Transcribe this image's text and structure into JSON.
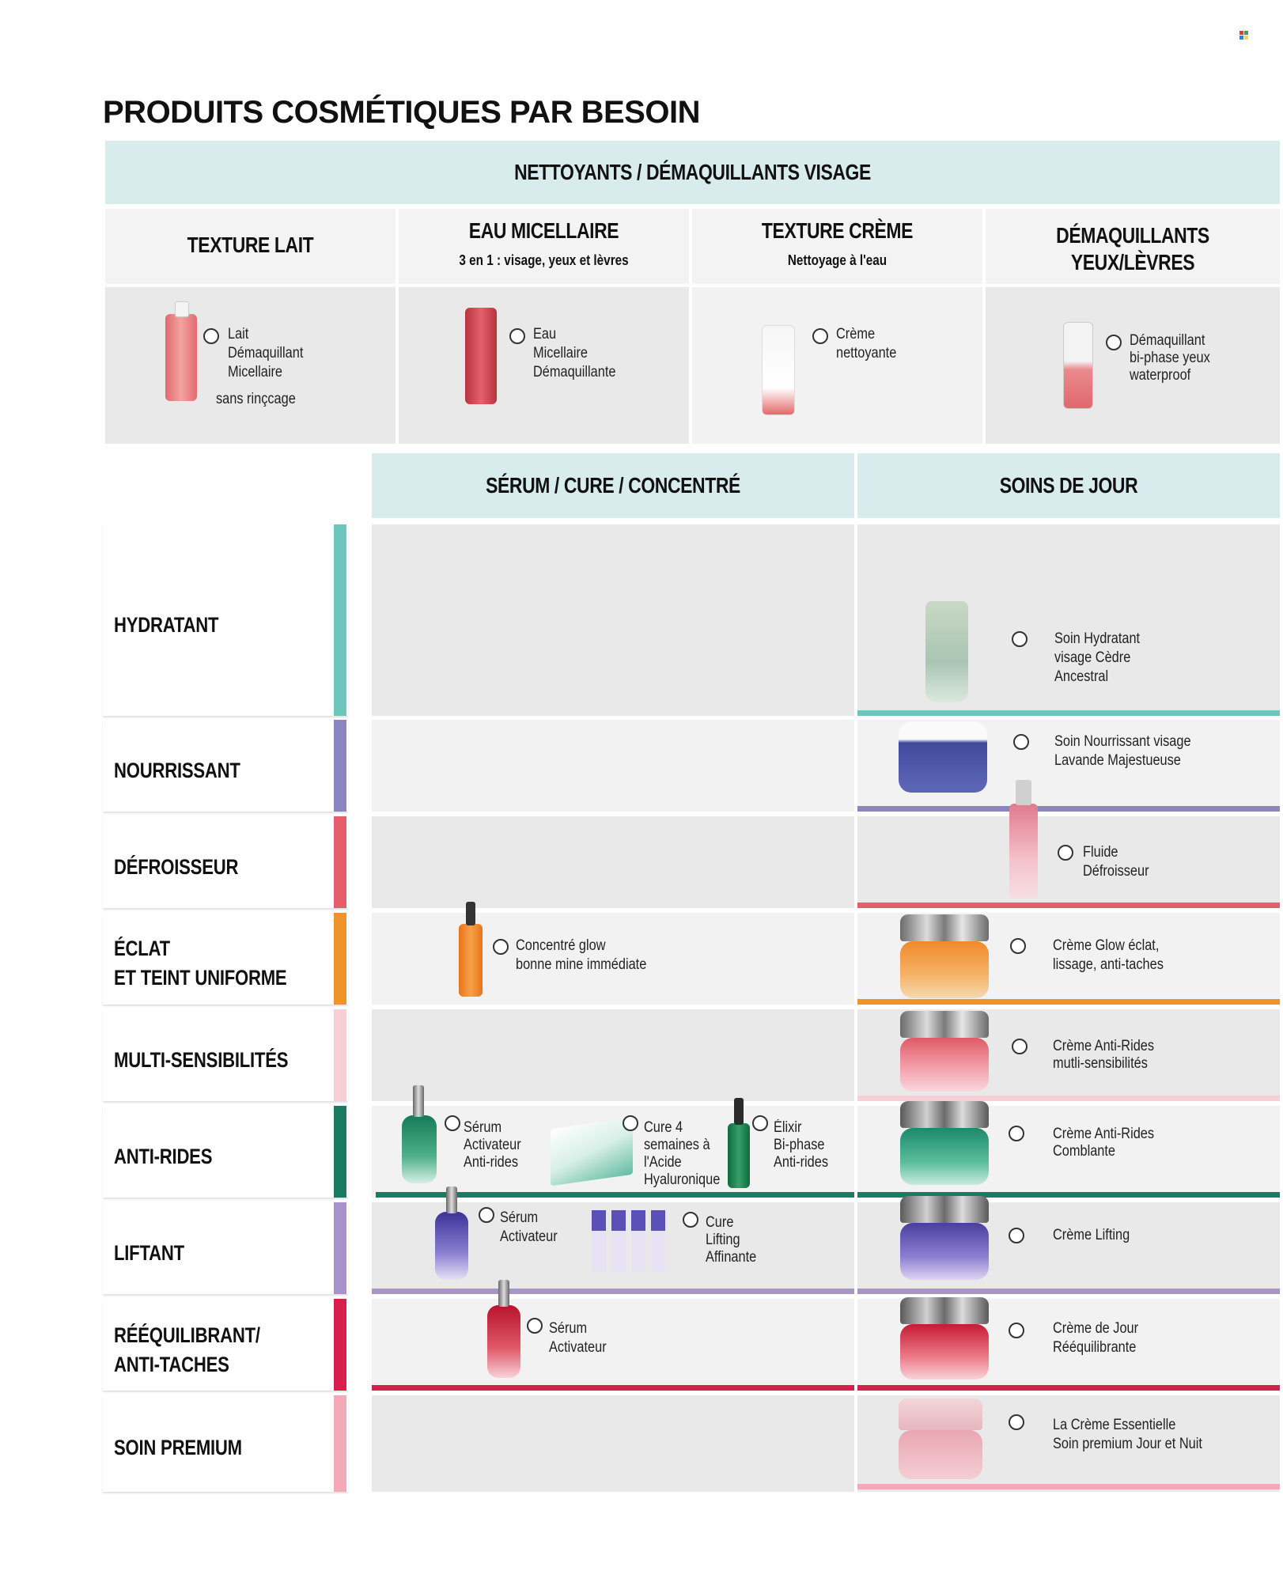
{
  "title": "PRODUITS COSMÉTIQUES PAR BESOIN",
  "colors": {
    "band": "#d8ecee",
    "hydratant": "#6cc6bb",
    "nourrissant": "#8c86c0",
    "defroisseur": "#e45e6c",
    "eclat": "#f0932a",
    "multi": "#f6cfd7",
    "antirides": "#1a7a62",
    "liftant": "#a894c8",
    "reequilibrant": "#d61f4c",
    "premium": "#f3aab8"
  },
  "cleansers": {
    "header": "NETTOYANTS / DÉMAQUILLANTS VISAGE",
    "columns": [
      {
        "title": "TEXTURE LAIT",
        "subtitle": "",
        "product": [
          "Lait",
          "Démaquillant",
          "Micellaire"
        ],
        "extra": "sans rinçcage"
      },
      {
        "title": "EAU MICELLAIRE",
        "subtitle": "3 en 1 : visage, yeux et lèvres",
        "product": [
          "Eau",
          "Micellaire",
          "Démaquillante"
        ],
        "extra": ""
      },
      {
        "title": "TEXTURE CRÈME",
        "subtitle": "Nettoyage à l'eau",
        "product": [
          "Crème",
          "nettoyante"
        ],
        "extra": ""
      },
      {
        "title_lines": [
          "DÉMAQUILLANTS",
          "YEUX/LÈVRES"
        ],
        "product": [
          "Démaquillant",
          "bi-phase yeux",
          "waterproof"
        ]
      }
    ]
  },
  "grid": {
    "serum_header": "SÉRUM / CURE / CONCENTRÉ",
    "day_header": "SOINS DE JOUR",
    "rows": [
      {
        "label": [
          "HYDRATANT"
        ],
        "serums": [],
        "day": [
          "Soin Hydratant",
          "visage Cèdre",
          "Ancestral"
        ]
      },
      {
        "label": [
          "NOURRISSANT"
        ],
        "serums": [],
        "day": [
          "Soin Nourrissant visage",
          "Lavande Majestueuse"
        ]
      },
      {
        "label": [
          "DÉFROISSEUR"
        ],
        "serums": [],
        "day": [
          "Fluide",
          "Défroisseur"
        ]
      },
      {
        "label": [
          "ÉCLAT",
          "ET TEINT UNIFORME"
        ],
        "serums": [
          [
            "Concentré glow",
            "bonne mine immédiate"
          ]
        ],
        "day": [
          "Crème Glow éclat,",
          "lissage, anti-taches"
        ]
      },
      {
        "label": [
          "MULTI-SENSIBILITÉS"
        ],
        "serums": [],
        "day": [
          "Crème Anti-Rides",
          "mutli-sensibilités"
        ]
      },
      {
        "label": [
          "ANTI-RIDES"
        ],
        "serums": [
          [
            "Sérum",
            "Activateur",
            "Anti-rides"
          ],
          [
            "Cure 4",
            "semaines à",
            "l'Acide",
            "Hyaluronique"
          ],
          [
            "Élixir",
            "Bi-phase",
            "Anti-rides"
          ]
        ],
        "day": [
          "Crème Anti-Rides",
          "Comblante"
        ]
      },
      {
        "label": [
          "LIFTANT"
        ],
        "serums": [
          [
            "Sérum",
            "Activateur"
          ],
          [
            "Cure",
            "Lifting",
            "Affinante"
          ]
        ],
        "day": [
          "Crème Lifting"
        ]
      },
      {
        "label": [
          "RÉÉQUILIBRANT/",
          "ANTI-TACHES"
        ],
        "serums": [
          [
            "Sérum",
            "Activateur"
          ]
        ],
        "day": [
          "Crème de Jour",
          "Rééquilibrante"
        ]
      },
      {
        "label": [
          "SOIN PREMIUM"
        ],
        "serums": [],
        "day": [
          "La Crème Essentielle",
          "Soin premium Jour et Nuit"
        ]
      }
    ]
  },
  "icons": {
    "radio": "radio-circle",
    "logo": "brand-logo"
  }
}
